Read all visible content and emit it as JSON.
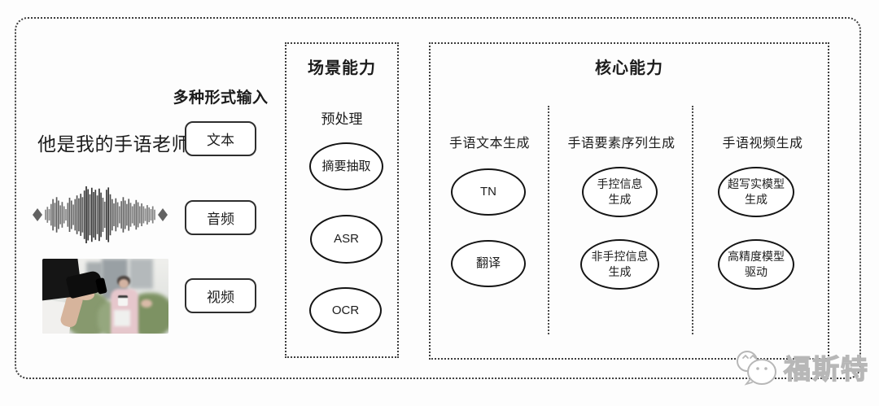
{
  "figure": {
    "background": "#fdfdfd",
    "border_color": "#3d3d3d",
    "stroke_color": "#141414",
    "watermark_color": "#b7b7b7"
  },
  "inputs": {
    "heading": "多种形式输入",
    "text_sample": "他是我的手语老师",
    "types": [
      {
        "label": "文本"
      },
      {
        "label": "音频"
      },
      {
        "label": "视频"
      }
    ],
    "waveform_amplitudes": [
      0.18,
      0.28,
      0.2,
      0.38,
      0.55,
      0.42,
      0.62,
      0.5,
      0.33,
      0.45,
      0.3,
      0.2,
      0.42,
      0.6,
      0.5,
      0.36,
      0.55,
      0.68,
      0.58,
      0.74,
      0.62,
      0.85,
      1.0,
      0.9,
      0.72,
      0.95,
      0.8,
      0.88,
      0.68,
      0.92,
      0.78,
      0.6,
      0.46,
      0.88,
      0.96,
      0.72,
      0.55,
      0.4,
      0.58,
      0.44,
      0.3,
      0.48,
      0.62,
      0.5,
      0.38,
      0.56,
      0.42,
      0.3,
      0.38,
      0.52,
      0.44,
      0.3,
      0.4,
      0.3,
      0.22,
      0.34,
      0.26,
      0.2,
      0.3,
      0.18
    ]
  },
  "scene_box": {
    "title": "场景能力",
    "subtitle": "预处理",
    "nodes": [
      {
        "label": "摘要抽取"
      },
      {
        "label": "ASR"
      },
      {
        "label": "OCR"
      }
    ]
  },
  "core_box": {
    "title": "核心能力",
    "columns": [
      {
        "label": "手语文本生成",
        "nodes": [
          {
            "line1": "TN"
          },
          {
            "line1": "翻译"
          }
        ]
      },
      {
        "label": "手语要素序列生成",
        "nodes": [
          {
            "line1": "手控信息",
            "line2": "生成"
          },
          {
            "line1": "非手控信息",
            "line2": "生成"
          }
        ]
      },
      {
        "label": "手语视频生成",
        "nodes": [
          {
            "line1": "超写实模型",
            "line2": "生成"
          },
          {
            "line1": "高精度模型",
            "line2": "驱动"
          }
        ]
      }
    ]
  },
  "watermark": {
    "text": "福斯特"
  }
}
